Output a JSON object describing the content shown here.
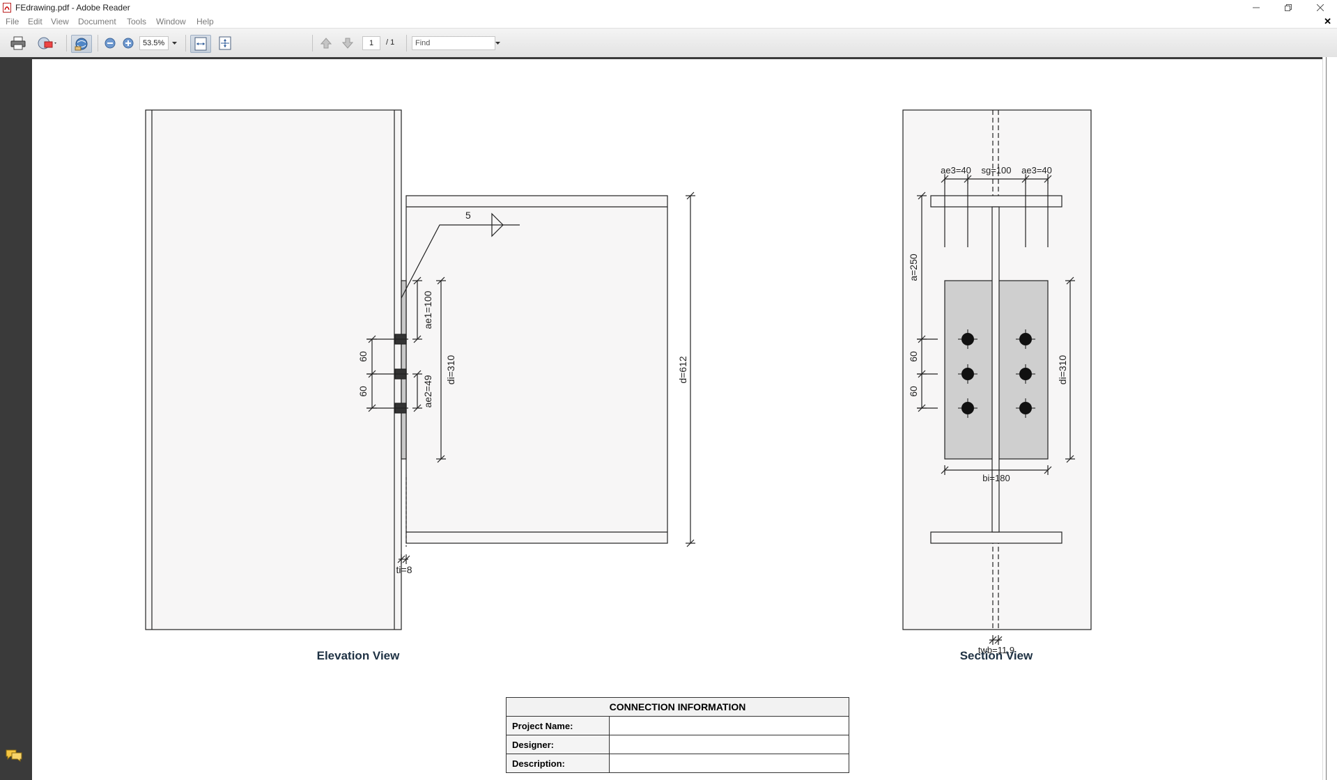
{
  "window": {
    "title": "FEdrawing.pdf - Adobe Reader"
  },
  "menu": [
    "File",
    "Edit",
    "View",
    "Document",
    "Tools",
    "Window",
    "Help"
  ],
  "toolbar": {
    "zoom_value": "53.5%",
    "page_current": "1",
    "page_total": "/ 1",
    "find_placeholder": "Find"
  },
  "drawing": {
    "weld_size": "5",
    "elevation": {
      "title": "Elevation View",
      "ae1": "ae1=100",
      "ae2": "ae2=49",
      "pitch1": "60",
      "pitch2": "60",
      "di": "di=310",
      "d": "d=612",
      "ti": "ti=8"
    },
    "section": {
      "title": "Section View",
      "ae3_left": "ae3=40",
      "sg": "sg=100",
      "ae3_right": "ae3=40",
      "a": "a=250",
      "pitch1": "60",
      "pitch2": "60",
      "di": "di=310",
      "bi": "bi=180",
      "twb": "twb=11.9"
    }
  },
  "connection_info": {
    "header": "CONNECTION INFORMATION",
    "rows": [
      {
        "label": "Project Name:",
        "value": ""
      },
      {
        "label": "Designer:",
        "value": ""
      },
      {
        "label": "Description:",
        "value": ""
      }
    ]
  }
}
